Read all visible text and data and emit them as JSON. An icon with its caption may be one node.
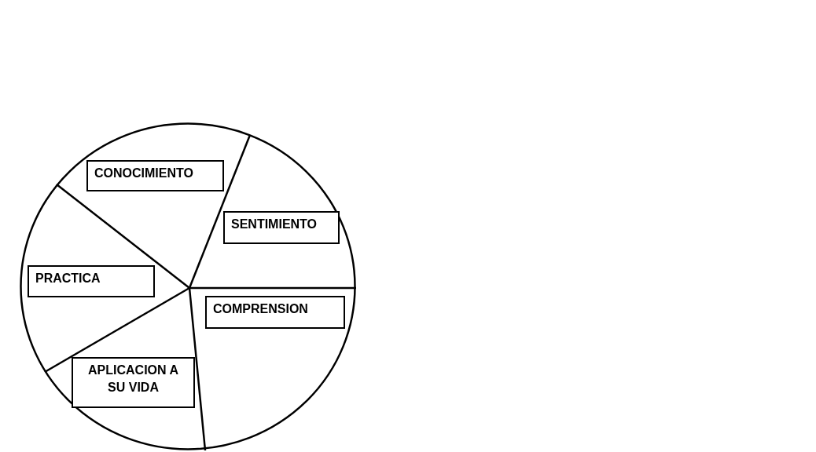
{
  "diagram": {
    "nodes": [
      {
        "text": [],
        "shape": "circle"
      },
      {
        "text": [
          "CONOCIMIENTO"
        ],
        "in": 0
      },
      {
        "text": [
          "SENTIMIENTO"
        ],
        "in": 0
      },
      {
        "text": [
          "PRACTICA"
        ],
        "in": 0
      },
      {
        "text": [
          "COMPRENSION"
        ],
        "in": 0
      },
      {
        "text": [
          "APLICACION A SU VIDA"
        ],
        "in": 0
      }
    ]
  }
}
